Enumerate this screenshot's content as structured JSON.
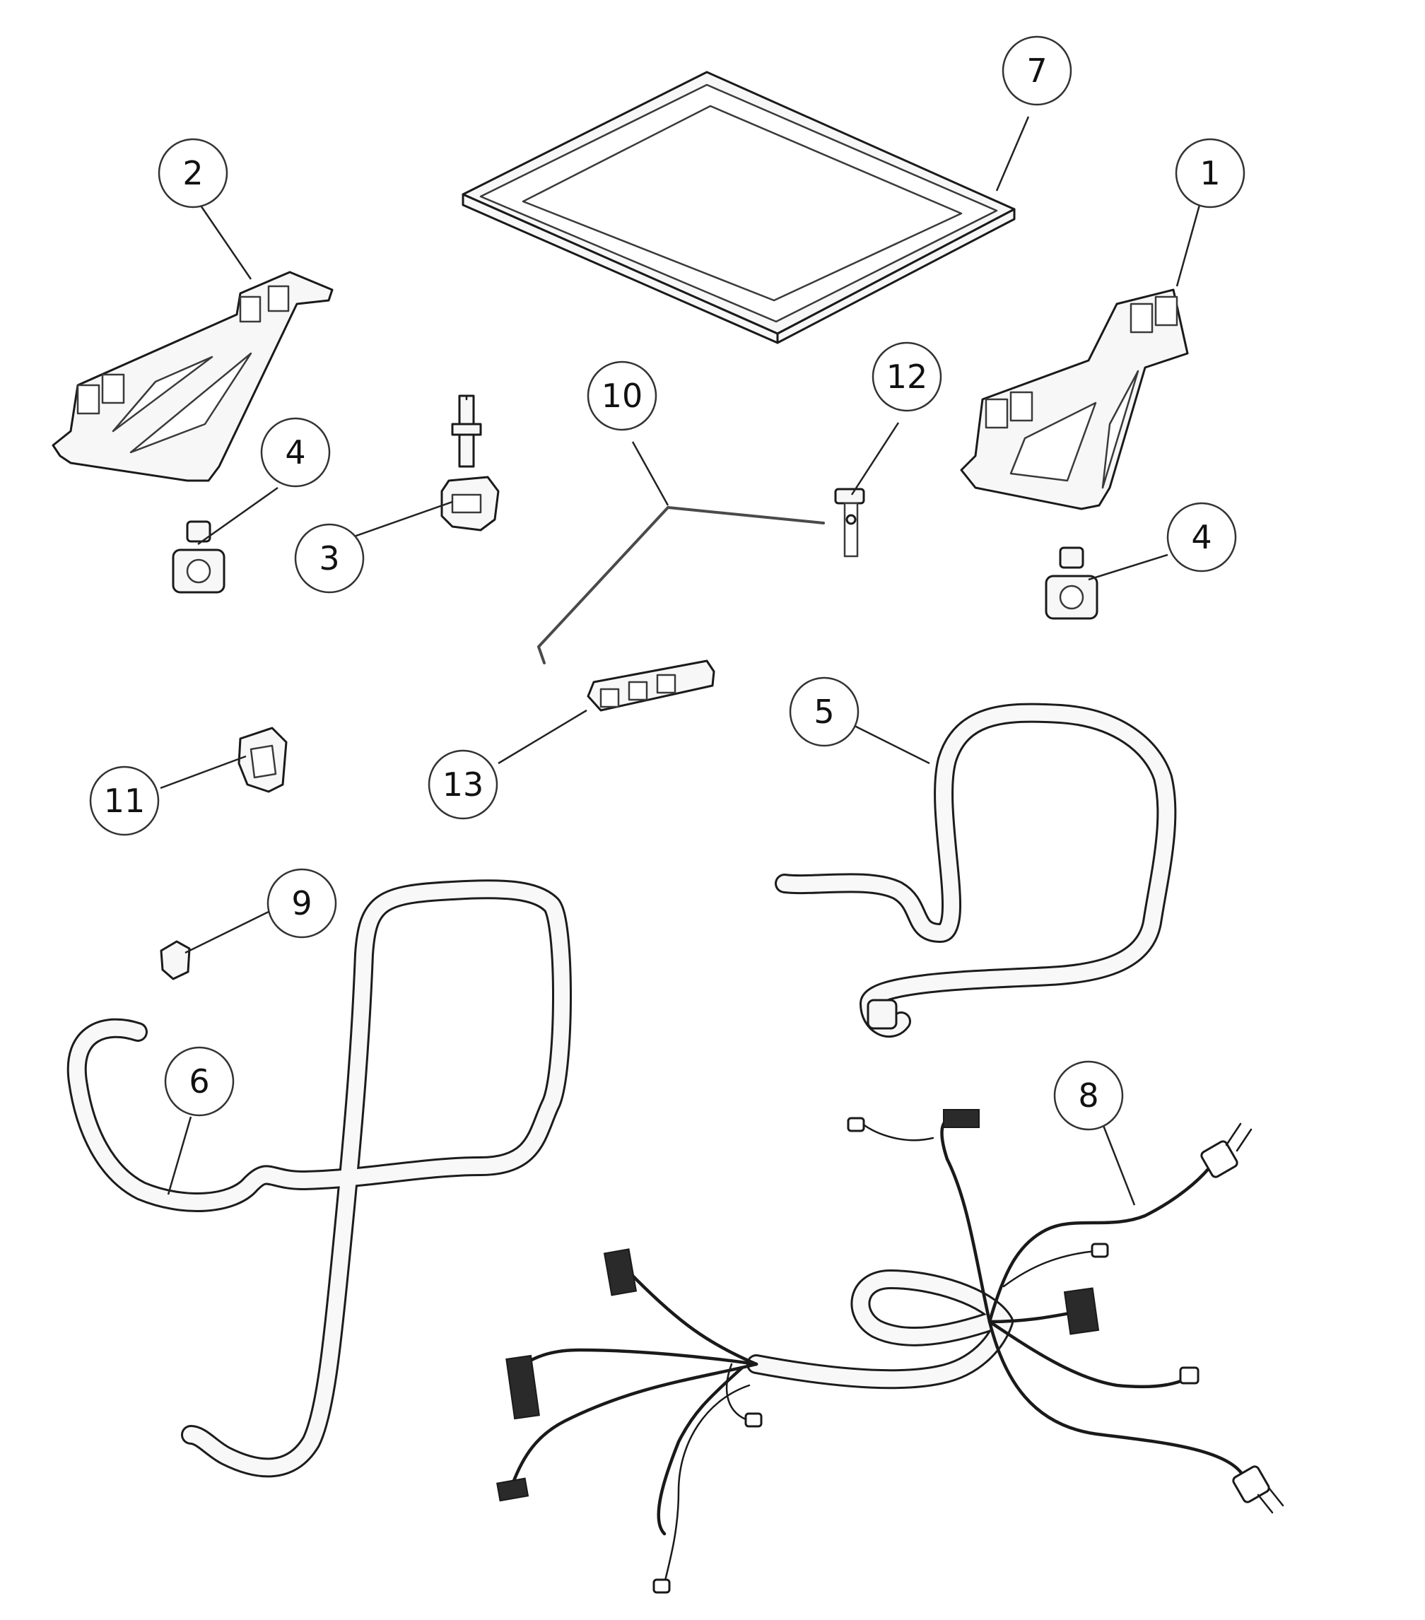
{
  "callouts": [
    {
      "label": "1"
    },
    {
      "label": "2"
    },
    {
      "label": "3"
    },
    {
      "label": "4"
    },
    {
      "label": "4"
    },
    {
      "label": "5"
    },
    {
      "label": "6"
    },
    {
      "label": "7"
    },
    {
      "label": "8"
    },
    {
      "label": "9"
    },
    {
      "label": "10"
    },
    {
      "label": "11"
    },
    {
      "label": "12"
    },
    {
      "label": "13"
    }
  ]
}
